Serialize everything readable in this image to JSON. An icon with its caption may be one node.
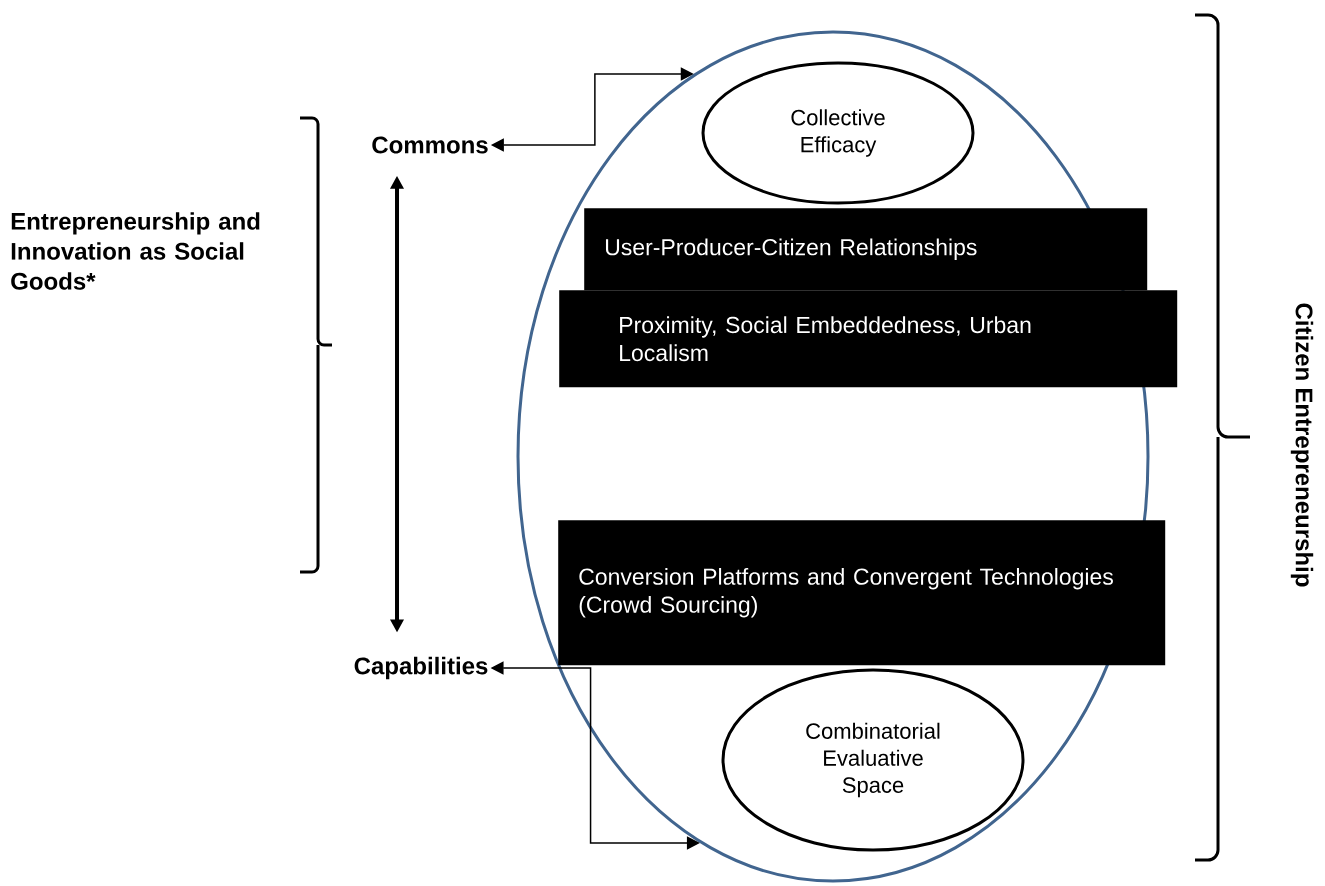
{
  "diagram": {
    "nodes": [
      {
        "text": [],
        "shape": "ellipse"
      },
      {
        "text": [
          "Collective Efficacy"
        ],
        "in": 0
      },
      {
        "text": [
          "User-Producer-Citizen Relationships"
        ],
        "in": 0
      },
      {
        "text": [
          "Proximity, Social Embeddedness, Urban Localism"
        ],
        "in": 0
      },
      {
        "text": [
          "Conversion Platforms and Convergent Technologies (Crowd Sourcing)"
        ],
        "in": 0
      },
      {
        "text": [
          "Combinatorial Evaluative Space"
        ],
        "in": 0
      },
      {
        "text": [
          "Commons"
        ]
      },
      {
        "text": [
          "Capabilities"
        ]
      }
    ],
    "edges": [
      {
        "from": 6,
        "to": 0,
        "arrow": "both"
      },
      {
        "from": 6,
        "to": 7,
        "arrow": "both",
        "style": "thick"
      },
      {
        "from": 7,
        "to": 0,
        "arrow": "both"
      }
    ],
    "labels": [
      "Entrepreneurship and Innovation as Social Goods*",
      "Citizen Entrepreneurship"
    ]
  }
}
